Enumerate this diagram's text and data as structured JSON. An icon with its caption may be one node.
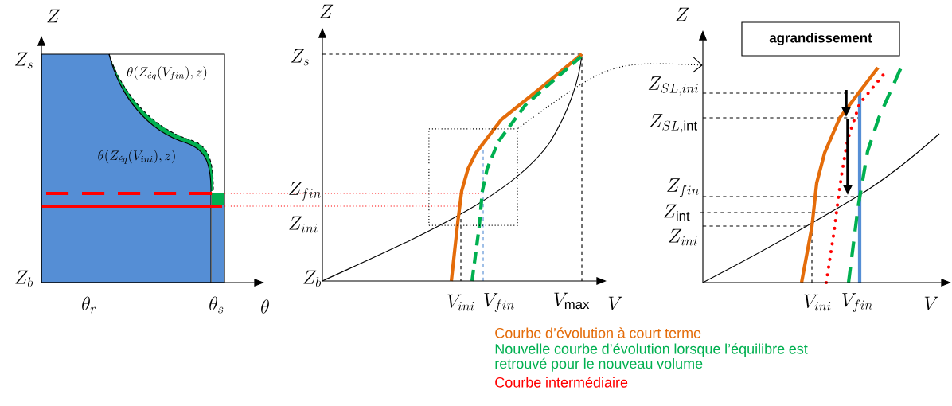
{
  "diagram": {
    "nodes": [
      {
        "text": [],
        "shape": "box"
      },
      {
        "text": [],
        "shape": "picture"
      },
      {
        "text": [
          "agrandissement"
        ]
      }
    ],
    "edges": [
      {
        "from": 0,
        "to": 1,
        "arrow": "to",
        "style": "dashed"
      }
    ],
    "labels": [
      "Z",
      "Z_s",
      "\\theta(Z_{\\acute{e}q}(V_{fin}),z)",
      "\\theta(Z_{\\acute{e}q}(V_{ini}),z)",
      "Z_b",
      "\\theta_r",
      "\\theta_s",
      "\\theta",
      "Z",
      "Z_s",
      "Z_{fin}",
      "Z_{ini}",
      "Z_b",
      "V_{ini}",
      "V_{fin}",
      "V_{\\max}",
      "V",
      "Z",
      "Z_{SL,ini}",
      "Z_{SL,\\mathrm{int}}",
      "Z_{fin}",
      "Z_{\\mathrm{int}}",
      "Z_{ini}",
      "V_{ini}",
      "V_{fin}",
      "V"
    ],
    "legend": [
      {
        "text": "Courbe d’évolution à court terme",
        "color": "#e46c0a"
      },
      {
        "text": "Nouvelle courbe d’évolution lorsque l’équilibre est retrouvé pour le nouveau volume",
        "color": "#00b050"
      },
      {
        "text": "Courbe intermédiaire",
        "color": "#ff0000"
      }
    ]
  }
}
